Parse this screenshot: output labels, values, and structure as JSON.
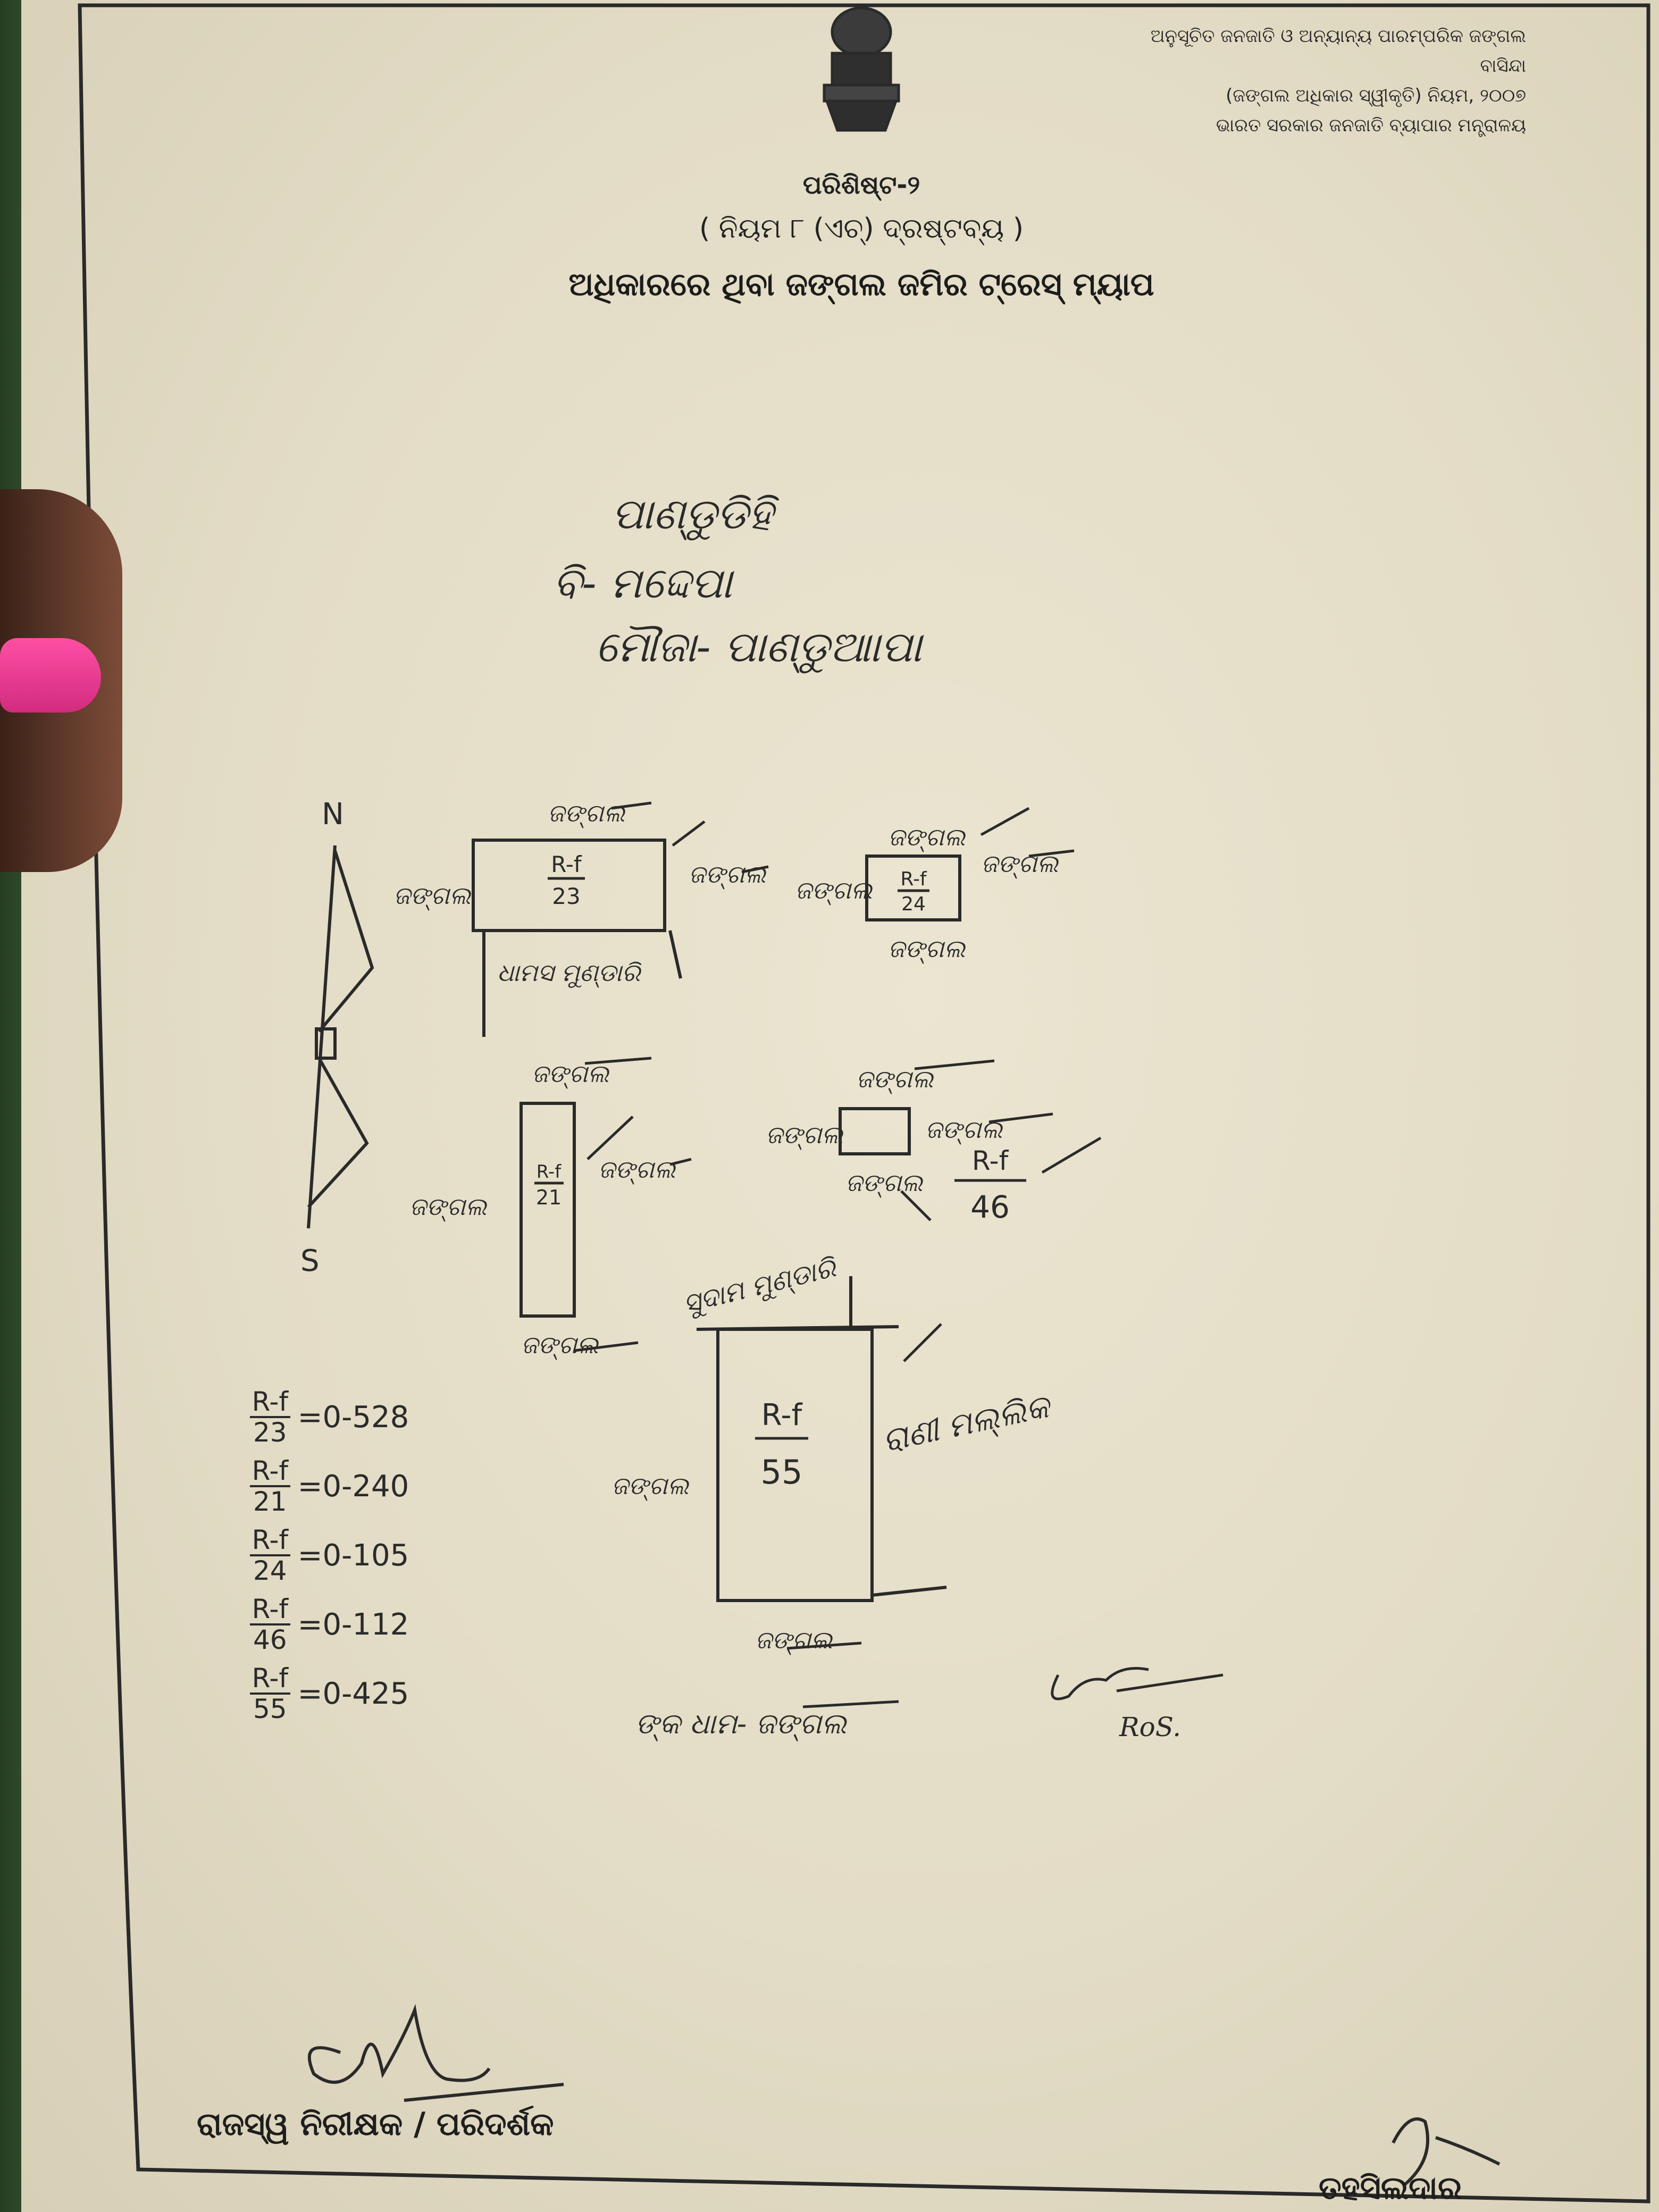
{
  "header": {
    "line1": "ଅନୁସୂଚିତ ଜନଜାତି ଓ ଅନ୍ୟାନ୍ୟ ପାରମ୍ପରିକ ଜଙ୍ଗଲ ବାସିନ୍ଦା",
    "line2": "(ଜଙ୍ଗଲ ଅଧିକାର ସ୍ୱୀକୃତି) ନିୟମ, ୨୦୦୭",
    "line3": "ଭାରତ ସରକାର ଜନଜାତି ବ୍ୟାପାର ମନ୍ତ୍ରାଳୟ"
  },
  "title": {
    "annex": "ପରିଶିଷ୍ଟ-୨",
    "rule": "( ନିୟମ ୮ (ଏଚ୍) ଦ୍ରଷ୍ଟବ୍ୟ )",
    "main": "ଅଧିକାରରେ ଥିବା ଜଙ୍ଗଲ ଜମିର ଟ୍ରେସ୍ ମ୍ୟାପ"
  },
  "location": {
    "line1": "ପାଣ୍ଡୁଡିହି",
    "line2": "ବି- ମଦ୍ଦେପା",
    "line3": "ମୌଜା- ପାଣ୍ଡୁଆାପା"
  },
  "compass": {
    "north": "N",
    "south": "S"
  },
  "map": {
    "forest": "ଜଙ୍ଗଲ",
    "rf_prefix": "R-f",
    "plots": [
      "23",
      "24",
      "21",
      "46",
      "55"
    ],
    "neighbor_23": "ଧାମସ ମୁଣ୍ଡାରି",
    "neighbor_55_top": "ସୁଦାମ ମୁଣ୍ଡାରି",
    "neighbor_55_right": "ରାଣୀ ମଲ୍ଲିକ",
    "neighbor_55_bottom": "ଙ୍କ ଧାମ- ଜଙ୍ଗଲ"
  },
  "areas": [
    {
      "rf": "R-f",
      "plot": "23",
      "value": "=0-528"
    },
    {
      "rf": "R-f",
      "plot": "21",
      "value": "=0-240"
    },
    {
      "rf": "R-f",
      "plot": "24",
      "value": "=0-105"
    },
    {
      "rf": "R-f",
      "plot": "46",
      "value": "=0-112"
    },
    {
      "rf": "R-f",
      "plot": "55",
      "value": "=0-425"
    }
  ],
  "signatures": {
    "ros_label": "RoS."
  },
  "footer": {
    "left": "ରାଜସ୍ୱ ନିରୀକ୍ଷକ / ପରିଦର୍ଶକ",
    "right": "ତହସିଲଦାର"
  }
}
